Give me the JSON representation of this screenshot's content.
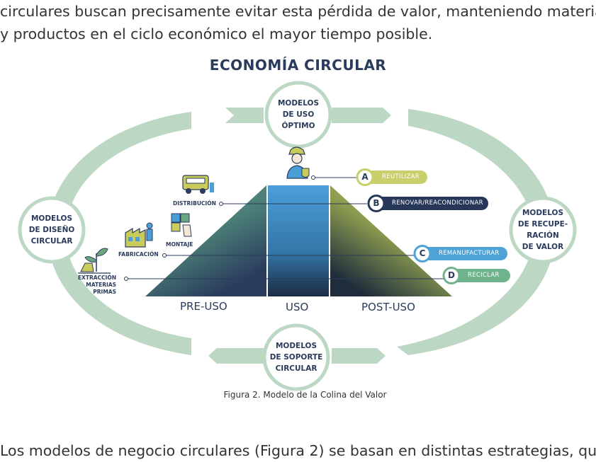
{
  "paragraphs": {
    "top_line1": "circulares buscan precisamente evitar esta pérdida de valor, manteniendo materiales",
    "top_line2": "y productos en el ciclo económico el mayor tiempo posible.",
    "bottom": "Los modelos de negocio circulares (Figura 2) se basan en distintas estrategias, que"
  },
  "diagram": {
    "title": "ECONOMÍA CIRCULAR",
    "models": {
      "top": [
        "MODELOS",
        "DE USO",
        "ÓPTIMO"
      ],
      "left": [
        "MODELOS",
        "DE DISEÑO",
        "CIRCULAR"
      ],
      "right": [
        "Modelos",
        "de recupe-",
        "ración",
        "de valor"
      ],
      "bottom": [
        "MODELOS",
        "DE SOPORTE",
        "CIRCULAR"
      ]
    },
    "stages": [
      "PRE-USO",
      "USO",
      "POST-USO"
    ],
    "pre_use_steps": {
      "distribucion": "DISTRIBUCIÓN",
      "montaje": "MONTAJE",
      "fabricacion": "FABRICACIÓN",
      "extraccion": [
        "EXTRACCIÓN",
        "MATERIAS",
        "PRIMAS"
      ]
    },
    "strategies": [
      {
        "letter": "A",
        "label": "REUTILIZAR",
        "color": "#c9cf6b"
      },
      {
        "letter": "B",
        "label": "RENOVAR/REACONDICIONAR",
        "color": "#26375a"
      },
      {
        "letter": "C",
        "label": "REMANUFACTURAR",
        "color": "#4da2d6"
      },
      {
        "letter": "D",
        "label": "RECICLAR",
        "color": "#6eb38c"
      }
    ],
    "caption": "Figura 2. Modelo de la Colina del Valor"
  },
  "colors": {
    "ring": "#bcd8c4",
    "navy": "#2a3b5c",
    "green": "#6aa67e",
    "blue": "#4b9fd8",
    "olive": "#c9cb5a"
  }
}
